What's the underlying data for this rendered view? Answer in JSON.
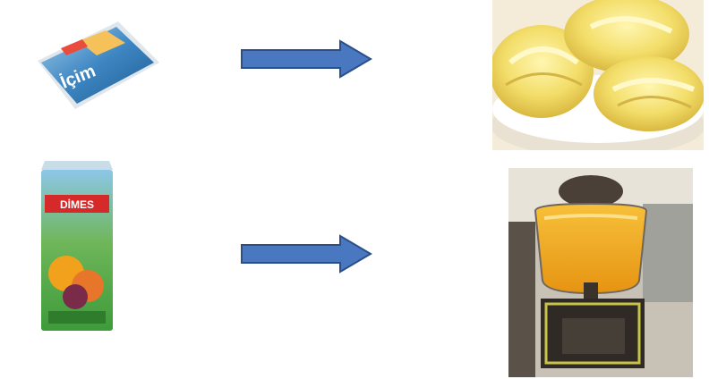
{
  "colors": {
    "arrow_fill": "#4a78c0",
    "arrow_stroke": "#2a4f8a",
    "butter_yellow": "#f3de6a",
    "juice_orange": "#f2a11c",
    "carton_green": "#3e9b3a",
    "package_blue": "#2a6aa6",
    "brand_red": "#d62a2a"
  },
  "rows": [
    {
      "source": {
        "name": "butter-packet",
        "brand_text": "İçim"
      },
      "arrow": "right-arrow",
      "result": {
        "name": "butter-bowl"
      }
    },
    {
      "source": {
        "name": "juice-carton",
        "brand_text": "DİMES"
      },
      "arrow": "right-arrow",
      "result": {
        "name": "juice-dispenser"
      }
    }
  ]
}
